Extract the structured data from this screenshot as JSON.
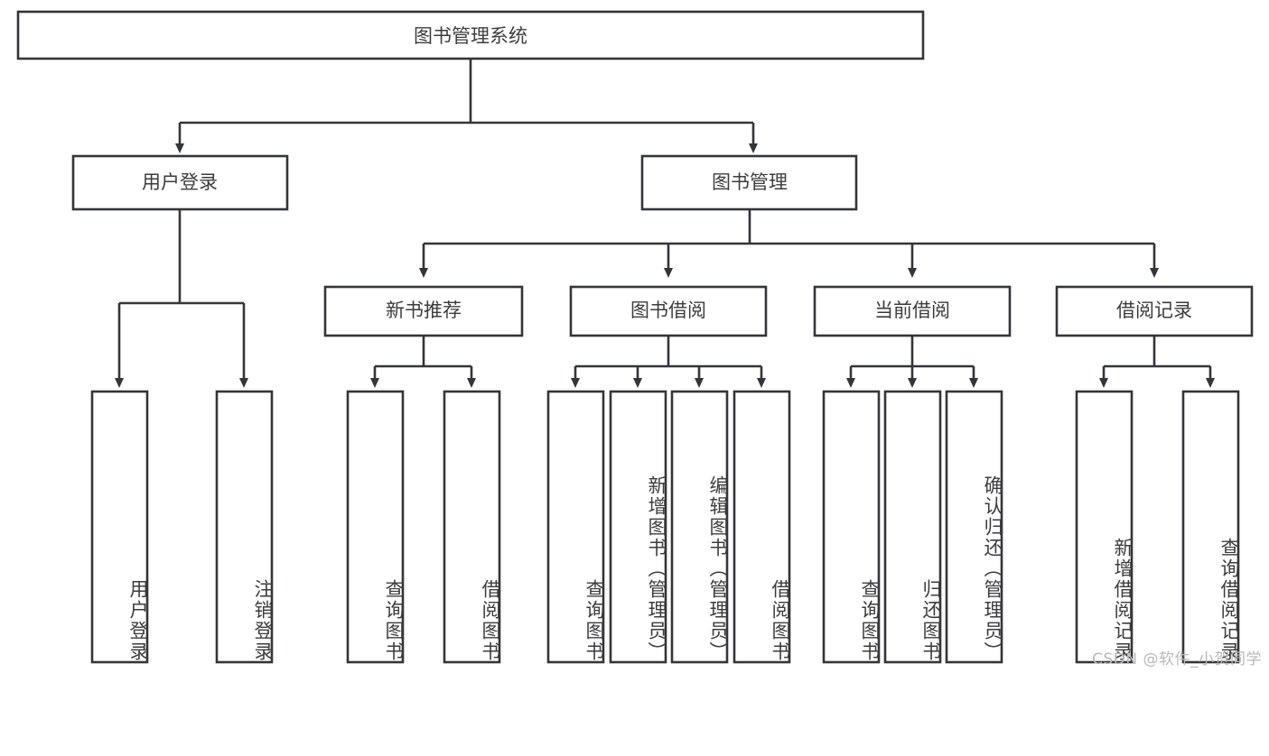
{
  "diagram": {
    "title": "图书管理系统",
    "type": "function-tree",
    "root": {
      "label": "图书管理系统"
    },
    "level2": [
      {
        "label": "用户登录"
      },
      {
        "label": "图书管理"
      }
    ],
    "level3": [
      {
        "label": "新书推荐",
        "parent": "图书管理"
      },
      {
        "label": "图书借阅",
        "parent": "图书管理"
      },
      {
        "label": "当前借阅",
        "parent": "图书管理"
      },
      {
        "label": "借阅记录",
        "parent": "图书管理"
      }
    ],
    "leaves": [
      {
        "label": "用户登录",
        "parent": "用户登录"
      },
      {
        "label": "注销登录",
        "parent": "用户登录"
      },
      {
        "label": "查询图书",
        "parent": "新书推荐"
      },
      {
        "label": "借阅图书",
        "parent": "新书推荐"
      },
      {
        "label": "查询图书",
        "parent": "图书借阅"
      },
      {
        "label": "新增图书（管理员）",
        "parent": "图书借阅"
      },
      {
        "label": "编辑图书（管理员）",
        "parent": "图书借阅"
      },
      {
        "label": "借阅图书",
        "parent": "图书借阅"
      },
      {
        "label": "查询图书",
        "parent": "当前借阅"
      },
      {
        "label": "归还图书",
        "parent": "当前借阅"
      },
      {
        "label": "确认归还（管理员）",
        "parent": "当前借阅"
      },
      {
        "label": "新增借阅记录",
        "parent": "借阅记录"
      },
      {
        "label": "查询借阅记录",
        "parent": "借阅记录"
      }
    ],
    "colors": {
      "box_stroke": "#32353a",
      "box_fill": "#ffffff",
      "text": "#3c3c3c",
      "connector": "#32353a",
      "watermark": "#b9b9b9",
      "background": "#ffffff"
    }
  },
  "watermark": {
    "text": "CSDN @软件_小贺同学"
  }
}
